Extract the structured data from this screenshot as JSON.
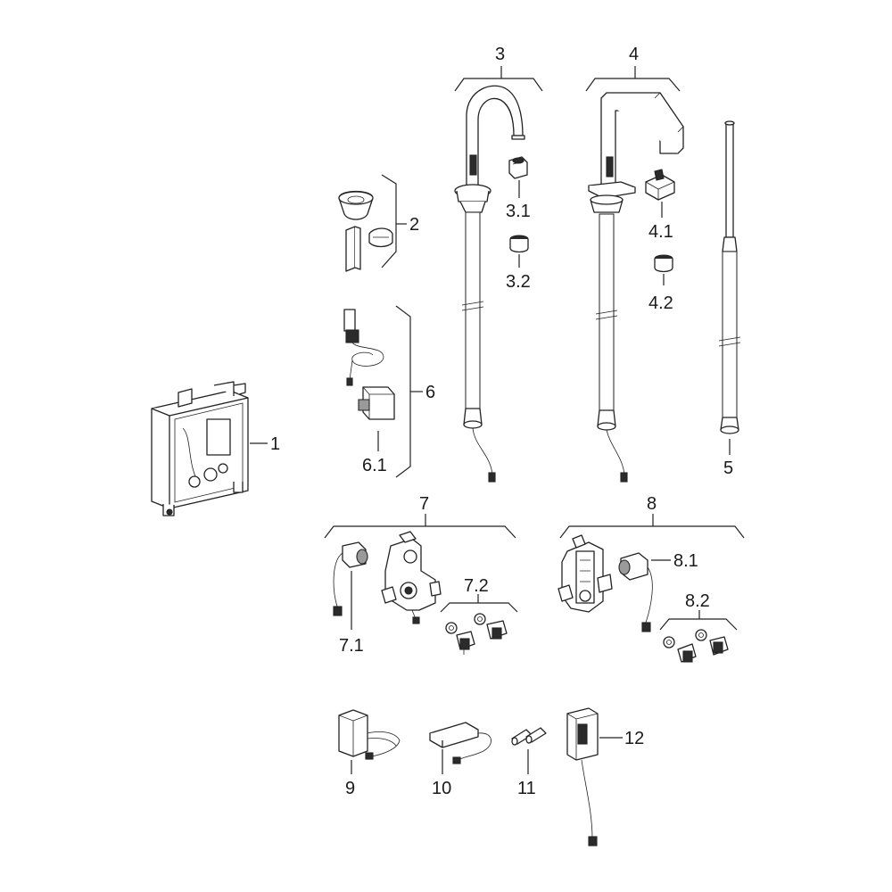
{
  "labels": {
    "l1": "1",
    "l2": "2",
    "l3": "3",
    "l3_1": "3.1",
    "l3_2": "3.2",
    "l4": "4",
    "l4_1": "4.1",
    "l4_2": "4.2",
    "l5": "5",
    "l6": "6",
    "l6_1": "6.1",
    "l7": "7",
    "l7_1": "7.1",
    "l7_2": "7.2",
    "l8": "8",
    "l8_1": "8.1",
    "l8_2": "8.2",
    "l9": "9",
    "l10": "10",
    "l11": "11",
    "l12": "12"
  },
  "colors": {
    "line": "#222222",
    "background": "#ffffff",
    "accent": "#2b2b2b"
  }
}
